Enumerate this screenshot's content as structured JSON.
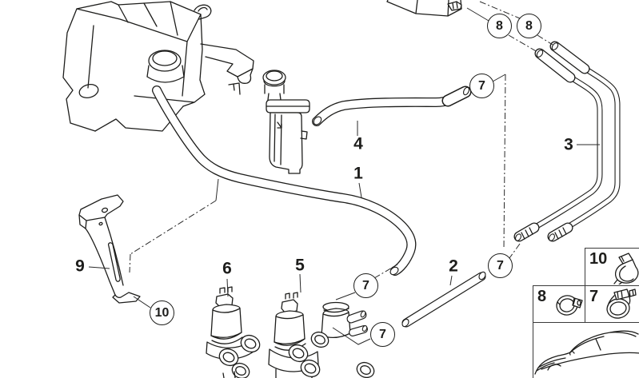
{
  "colors": {
    "background": "#ffffff",
    "line": "#1d1d1b"
  },
  "part_labels": {
    "hose_front": "1",
    "hose_rear": "2",
    "pipe_pair": "3",
    "hose_tank": "4",
    "valve_double": "5",
    "valve_single": "6",
    "bracket": "9"
  },
  "callouts": {
    "worm_clamp": "7",
    "ear_clamp": "8",
    "spring_clip": "10"
  },
  "legend": {
    "spring_clip_label": "10",
    "ear_clamp_label": "8",
    "worm_clamp_label": "7"
  },
  "icons": {
    "spring_clip": "spring-clip-icon",
    "ear_clamp": "ear-hose-clamp-icon",
    "worm_clamp": "worm-drive-clamp-icon",
    "vehicle": "car-silhouette-icon"
  }
}
